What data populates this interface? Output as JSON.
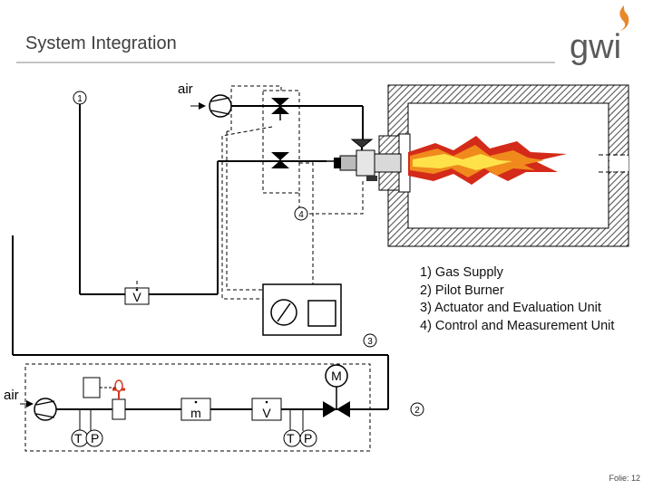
{
  "header": {
    "title": "System Integration",
    "logo_text": "gwi",
    "logo_color": "#5a5a5a",
    "flame_color": "#e8882a"
  },
  "diagram": {
    "labels": {
      "air_top": "air",
      "air_left": "air",
      "circle_1": "1",
      "circle_2": "2",
      "circle_3": "3",
      "circle_4": "4",
      "vdot_upper": "V",
      "motor": "M",
      "mdot": "m",
      "vdot_lower": "V",
      "t_left": "T",
      "p_left": "P",
      "t_right": "T",
      "p_right": "P"
    },
    "legend": [
      "1) Gas Supply",
      "2) Pilot Burner",
      "3) Actuator and Evaluation Unit",
      "4) Control and Measurement Unit"
    ],
    "colors": {
      "line": "#000000",
      "hatch": "#555555",
      "flame_outer": "#d42a1a",
      "flame_mid": "#f08a1c",
      "flame_inner": "#ffe24a",
      "valve_red": "#d4361a"
    }
  },
  "footer": {
    "folie": "Folie: 12"
  }
}
